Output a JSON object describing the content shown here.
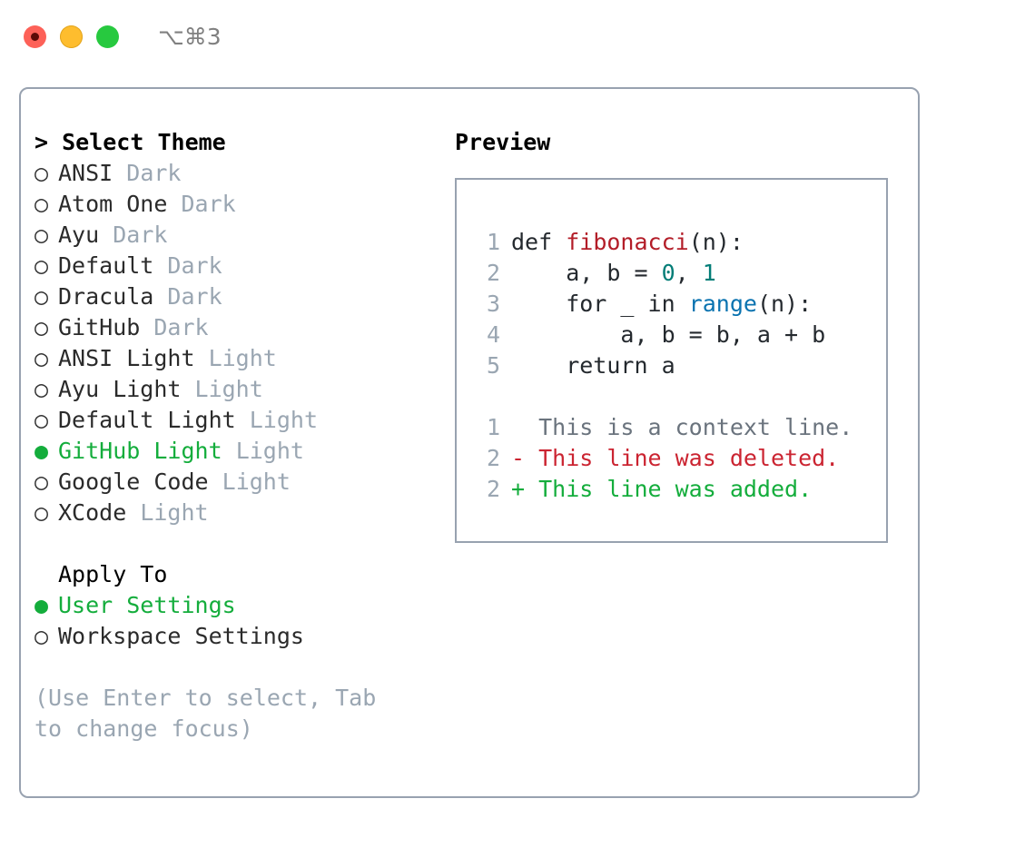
{
  "titlebar": {
    "shortcut": "⌥⌘3",
    "lights": [
      "close",
      "minimize",
      "maximize"
    ]
  },
  "theme_list": {
    "header": "> Select Theme",
    "items": [
      {
        "marker": "○",
        "name": "ANSI",
        "variant": "Dark",
        "selected": false
      },
      {
        "marker": "○",
        "name": "Atom One",
        "variant": "Dark",
        "selected": false
      },
      {
        "marker": "○",
        "name": "Ayu",
        "variant": "Dark",
        "selected": false
      },
      {
        "marker": "○",
        "name": "Default",
        "variant": "Dark",
        "selected": false
      },
      {
        "marker": "○",
        "name": "Dracula",
        "variant": "Dark",
        "selected": false
      },
      {
        "marker": "○",
        "name": "GitHub",
        "variant": "Dark",
        "selected": false
      },
      {
        "marker": "○",
        "name": "ANSI Light",
        "variant": "Light",
        "selected": false
      },
      {
        "marker": "○",
        "name": "Ayu Light",
        "variant": "Light",
        "selected": false
      },
      {
        "marker": "○",
        "name": "Default Light",
        "variant": "Light",
        "selected": false
      },
      {
        "marker": "●",
        "name": "GitHub Light",
        "variant": "Light",
        "selected": true
      },
      {
        "marker": "○",
        "name": "Google Code",
        "variant": "Light",
        "selected": false
      },
      {
        "marker": "○",
        "name": "XCode",
        "variant": "Light",
        "selected": false
      }
    ]
  },
  "apply_to": {
    "title": "Apply To",
    "items": [
      {
        "marker": "●",
        "name": "User Settings",
        "selected": true
      },
      {
        "marker": "○",
        "name": "Workspace Settings",
        "selected": false
      }
    ]
  },
  "hint": "(Use Enter to select, Tab to change focus)",
  "preview": {
    "title": "Preview",
    "code_lines": [
      {
        "no": "1",
        "parts": [
          {
            "t": "def ",
            "c": "plain"
          },
          {
            "t": "fibonacci",
            "c": "fn"
          },
          {
            "t": "(n):",
            "c": "plain"
          }
        ]
      },
      {
        "no": "2",
        "parts": [
          {
            "t": "    a, b = ",
            "c": "plain"
          },
          {
            "t": "0",
            "c": "num"
          },
          {
            "t": ", ",
            "c": "plain"
          },
          {
            "t": "1",
            "c": "num"
          }
        ]
      },
      {
        "no": "3",
        "parts": [
          {
            "t": "    for _ in ",
            "c": "plain"
          },
          {
            "t": "range",
            "c": "builtin"
          },
          {
            "t": "(n):",
            "c": "plain"
          }
        ]
      },
      {
        "no": "4",
        "parts": [
          {
            "t": "        a, b = b, a + b",
            "c": "plain"
          }
        ]
      },
      {
        "no": "5",
        "parts": [
          {
            "t": "    return a",
            "c": "plain"
          }
        ]
      }
    ],
    "diff_lines": [
      {
        "no": "1",
        "text": "  This is a context line.",
        "kind": "context"
      },
      {
        "no": "2",
        "text": "- This line was deleted.",
        "kind": "del"
      },
      {
        "no": "2",
        "text": "+ This line was added.",
        "kind": "add"
      }
    ]
  },
  "colors": {
    "accent_green": "#14ad3c",
    "muted": "#9aa6b2",
    "border": "#98a2b0",
    "diff_del": "#cb2431",
    "diff_add": "#14ad3c",
    "fn": "#b31d28",
    "num": "#027d77",
    "builtin": "#0a73b0"
  }
}
